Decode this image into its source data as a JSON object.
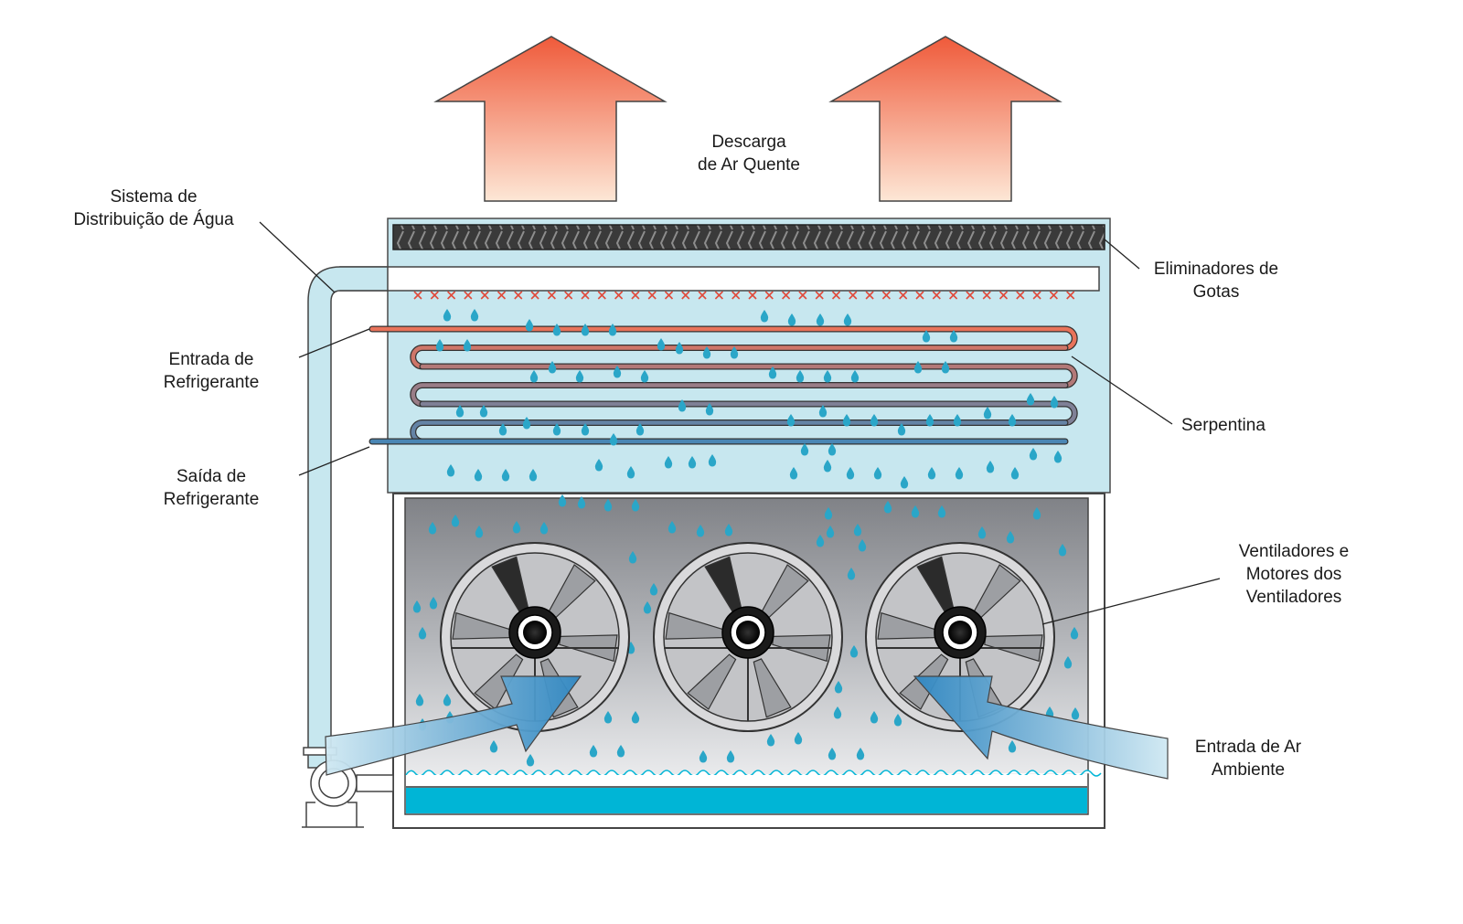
{
  "labels": {
    "hot_air_discharge": {
      "line1": "Descarga",
      "line2": "de Ar Quente"
    },
    "water_distribution": {
      "line1": "Sistema de",
      "line2": "Distribuição de Água"
    },
    "drift_eliminators": {
      "line1": "Eliminadores de",
      "line2": "Gotas"
    },
    "refrigerant_inlet": {
      "line1": "Entrada de",
      "line2": "Refrigerante"
    },
    "refrigerant_outlet": {
      "line1": "Saída de",
      "line2": "Refrigerante"
    },
    "coil": {
      "line1": "Serpentina"
    },
    "fans_motors": {
      "line1": "Ventiladores e",
      "line2": "Motores dos",
      "line3": "Ventiladores"
    },
    "ambient_air_inlet": {
      "line1": "Entrada de Ar",
      "line2": "Ambiente"
    }
  },
  "colors": {
    "hot_air": "#f0643c",
    "hot_air_light": "#fde7d6",
    "casing": "#c7e7ef",
    "water": "#00b5d6",
    "droplet": "#2aa6c8",
    "hot_coil": "#e8735a",
    "cold_coil": "#4a86b4",
    "spray_mark": "#e04a3a"
  },
  "components": {
    "fan_count": 3,
    "coil_passes": 6
  }
}
